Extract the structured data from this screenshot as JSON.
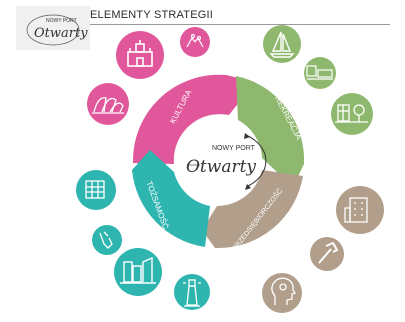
{
  "header": {
    "title": "ELEMENTY STRATEGII",
    "logo_small": {
      "line1": "NOWY PORT",
      "line2": "Otwarty"
    }
  },
  "center_logo": {
    "line1": "NOWY PORT",
    "line2": "Otwarty"
  },
  "segments": [
    {
      "label": "KULTURA",
      "color": "#e0589b"
    },
    {
      "label": "REKREACJA",
      "color": "#8fb86f"
    },
    {
      "label": "PRZEDSIĘBIORCZOŚĆ",
      "color": "#b19e8b"
    },
    {
      "label": "TOŻSAMOŚĆ",
      "color": "#2fb5b0"
    }
  ],
  "icons": [
    {
      "name": "castle-icon",
      "group": "kultura",
      "color": "#e0589b"
    },
    {
      "name": "hands-icon",
      "group": "kultura",
      "color": "#e0589b"
    },
    {
      "name": "opera-house-icon",
      "group": "kultura",
      "color": "#e0589b"
    },
    {
      "name": "sailboat-icon",
      "group": "rekreacja",
      "color": "#8fb86f"
    },
    {
      "name": "tram-icon",
      "group": "rekreacja",
      "color": "#8fb86f"
    },
    {
      "name": "building-tree-icon",
      "group": "rekreacja",
      "color": "#8fb86f"
    },
    {
      "name": "office-building-icon",
      "group": "przedsiebiorczosc",
      "color": "#b19e8b"
    },
    {
      "name": "hammer-icon",
      "group": "przedsiebiorczosc",
      "color": "#b19e8b"
    },
    {
      "name": "head-gears-icon",
      "group": "przedsiebiorczosc",
      "color": "#b19e8b"
    },
    {
      "name": "factory-building-icon",
      "group": "tozsamosc",
      "color": "#2fb5b0"
    },
    {
      "name": "handshake-icon",
      "group": "tozsamosc",
      "color": "#2fb5b0"
    },
    {
      "name": "city-buildings-icon",
      "group": "tozsamosc",
      "color": "#2fb5b0"
    },
    {
      "name": "lighthouse-icon",
      "group": "tozsamosc",
      "color": "#2fb5b0"
    }
  ]
}
